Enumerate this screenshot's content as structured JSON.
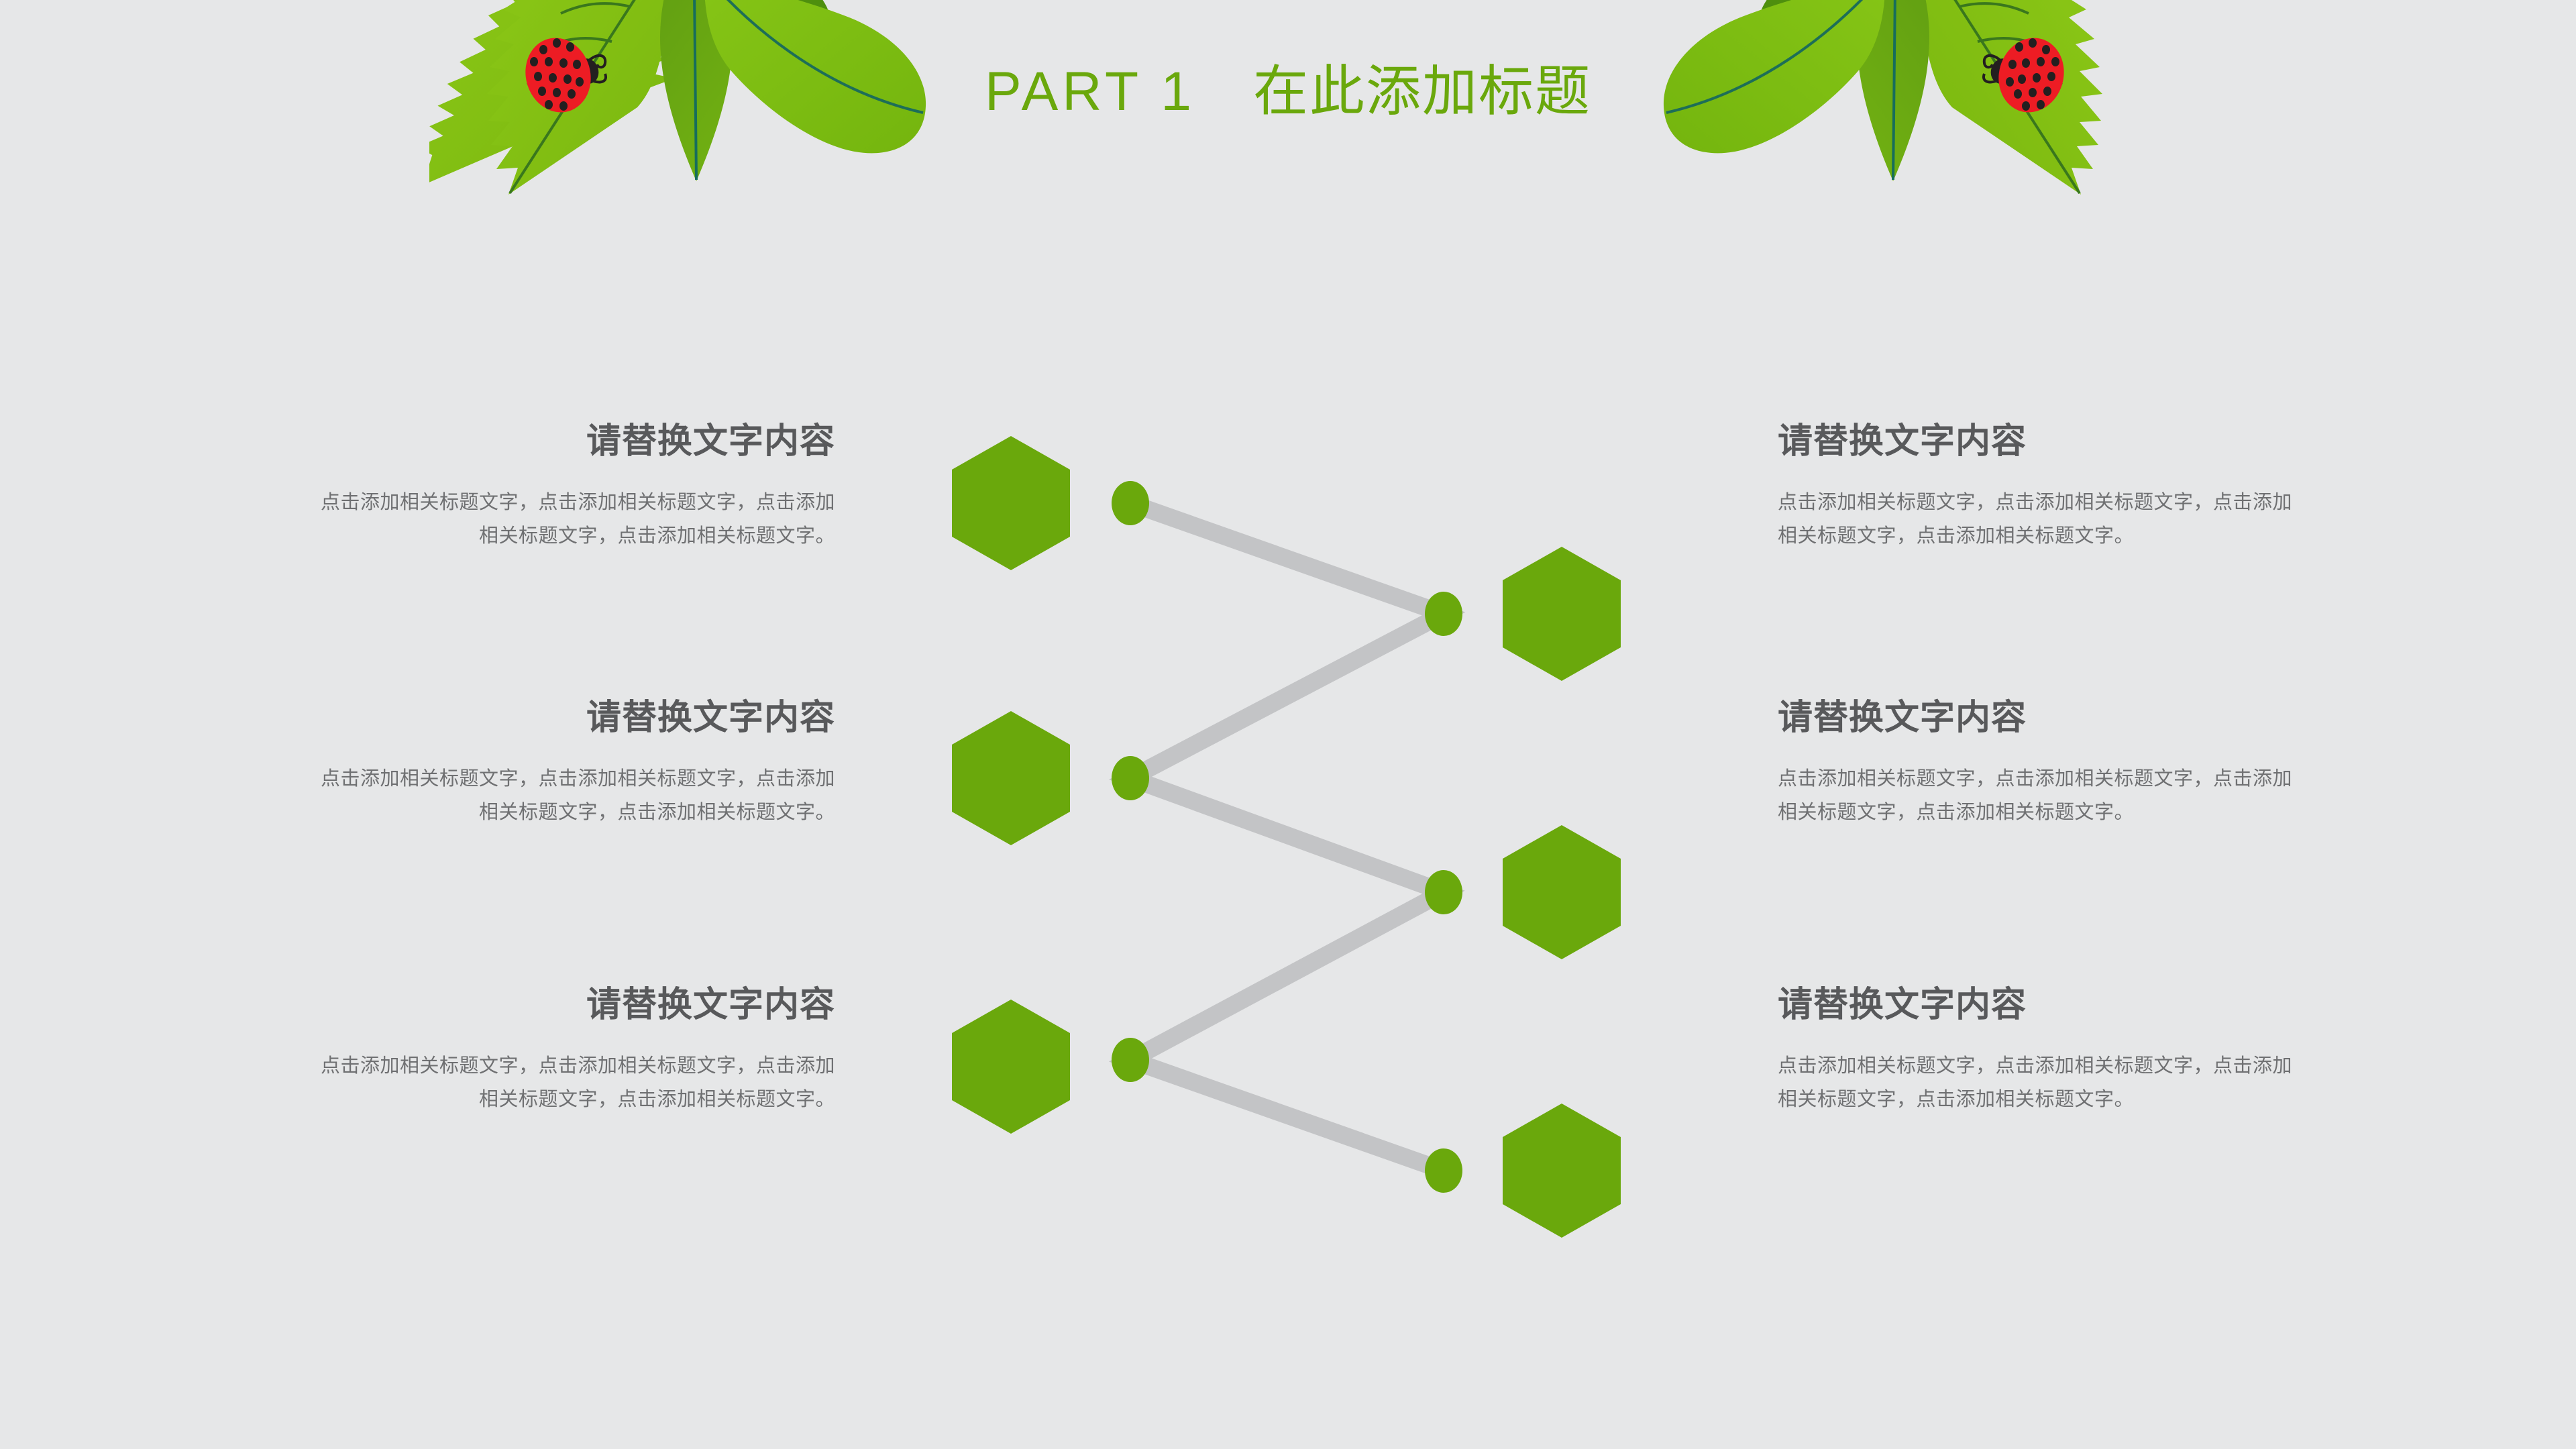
{
  "slide": {
    "background_color": "#e6e7e8",
    "accent_green": "#6aa80c",
    "heading_color": "#58595b",
    "body_color": "#6f7072",
    "connector_color": "#c3c4c6"
  },
  "header": {
    "part_label": "PART 1",
    "title": "在此添加标题"
  },
  "items": [
    {
      "side": "left",
      "heading": "请替换文字内容",
      "body": "点击添加相关标题文字，点击添加相关标题文字，点击添加相关标题文字，点击添加相关标题文字。"
    },
    {
      "side": "left",
      "heading": "请替换文字内容",
      "body": "点击添加相关标题文字，点击添加相关标题文字，点击添加相关标题文字，点击添加相关标题文字。"
    },
    {
      "side": "left",
      "heading": "请替换文字内容",
      "body": "点击添加相关标题文字，点击添加相关标题文字，点击添加相关标题文字，点击添加相关标题文字。"
    },
    {
      "side": "right",
      "heading": "请替换文字内容",
      "body": "点击添加相关标题文字，点击添加相关标题文字，点击添加相关标题文字，点击添加相关标题文字。"
    },
    {
      "side": "right",
      "heading": "请替换文字内容",
      "body": "点击添加相关标题文字，点击添加相关标题文字，点击添加相关标题文字，点击添加相关标题文字。"
    },
    {
      "side": "right",
      "heading": "请替换文字内容",
      "body": "点击添加相关标题文字，点击添加相关标题文字，点击添加相关标题文字，点击添加相关标题文字。"
    }
  ],
  "decorations": {
    "left": "leaf-ladybug-cluster-icon",
    "right": "leaf-ladybug-cluster-icon"
  },
  "diagram": {
    "type": "zigzag-hexagon-chain",
    "hexagon_count": 6,
    "node_dot_count": 6
  }
}
